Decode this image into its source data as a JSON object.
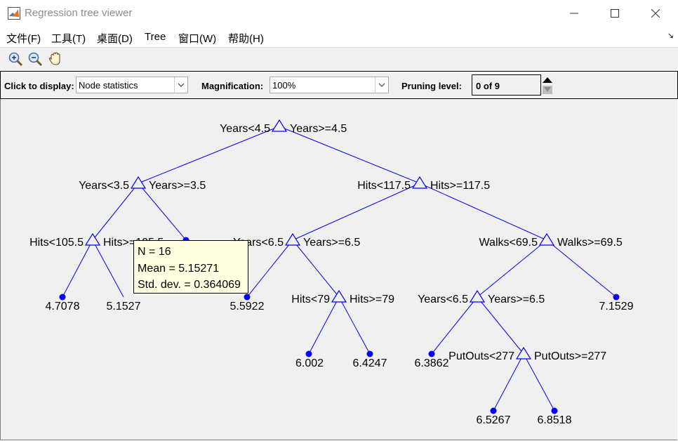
{
  "window": {
    "title": "Regression tree viewer"
  },
  "menu": [
    "文件(F)",
    "工具(T)",
    "桌面(D)",
    "Tree",
    "窗口(W)",
    "帮助(H)"
  ],
  "toolbar": {
    "icons": [
      "zoom-in-icon",
      "zoom-out-icon",
      "pan-hand-icon"
    ]
  },
  "controls": {
    "display_label": "Click to display:",
    "display_value": "Node statistics",
    "magnification_label": "Magnification:",
    "magnification_value": "100%",
    "pruning_label": "Pruning level:",
    "pruning_value": "0 of 9"
  },
  "tree": {
    "branch_nodes": [
      {
        "id": "n1",
        "left": "Years<4.5",
        "right": "Years>=4.5"
      },
      {
        "id": "n2",
        "left": "Years<3.5",
        "right": "Years>=3.5"
      },
      {
        "id": "n3",
        "left": "Hits<117.5",
        "right": "Hits>=117.5"
      },
      {
        "id": "n4",
        "left": "Hits<105.5",
        "right": "Hits>=105.5"
      },
      {
        "id": "n5",
        "left": "Years<6.5",
        "right": "Years>=6.5"
      },
      {
        "id": "n6",
        "left": "Walks<69.5",
        "right": "Walks>=69.5"
      },
      {
        "id": "n7",
        "left": "Hits<79",
        "right": "Hits>=79"
      },
      {
        "id": "n8",
        "left": "Years<6.5",
        "right": "Years>=6.5"
      },
      {
        "id": "n9",
        "left": "PutOuts<277",
        "right": "PutOuts>=277"
      }
    ],
    "leaves": [
      {
        "id": "l1",
        "value": "4.7078"
      },
      {
        "id": "l2",
        "value": "5.1527"
      },
      {
        "id": "l3",
        "value": "5.5922"
      },
      {
        "id": "l4",
        "value": "7.1529"
      },
      {
        "id": "l5",
        "value": "6.002"
      },
      {
        "id": "l6",
        "value": "6.4247"
      },
      {
        "id": "l7",
        "value": "6.3862"
      },
      {
        "id": "l8",
        "value": "6.5267"
      },
      {
        "id": "l9",
        "value": "6.8518"
      }
    ]
  },
  "tooltip": {
    "n": "N = 16",
    "mean": "Mean = 5.15271",
    "std": "Std. dev. = 0.364069"
  },
  "colors": {
    "tree_line": "#0000ff",
    "leaf_dot": "#0000ff",
    "tooltip_bg": "#ffffe1"
  }
}
